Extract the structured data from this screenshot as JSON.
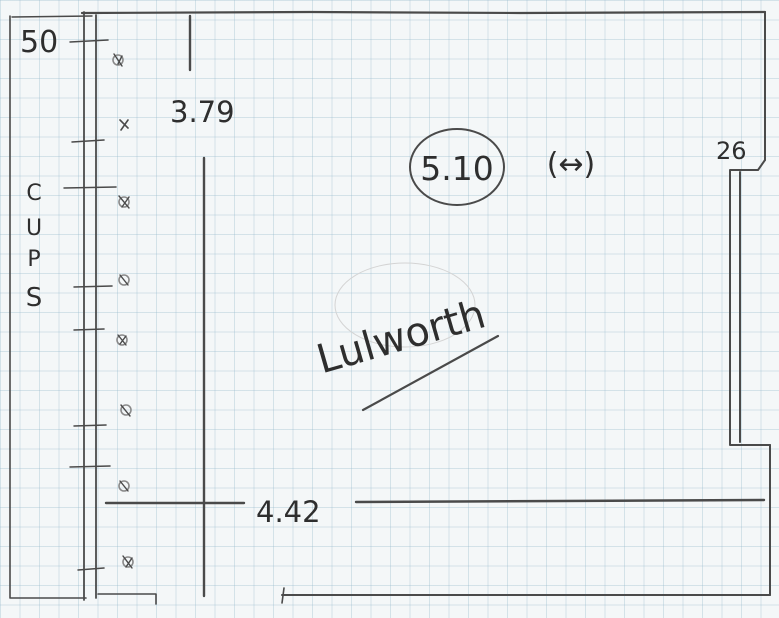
{
  "sketch": {
    "top_left_label": "50",
    "side_label_letters": [
      "C",
      "U",
      "P",
      "S"
    ],
    "vertical_dimension": "3.79",
    "horizontal_dimension": "4.42",
    "area_label": "5.10",
    "arrow_symbol": "(↔)",
    "recess_label": "26",
    "room_name": "Lulworth"
  }
}
